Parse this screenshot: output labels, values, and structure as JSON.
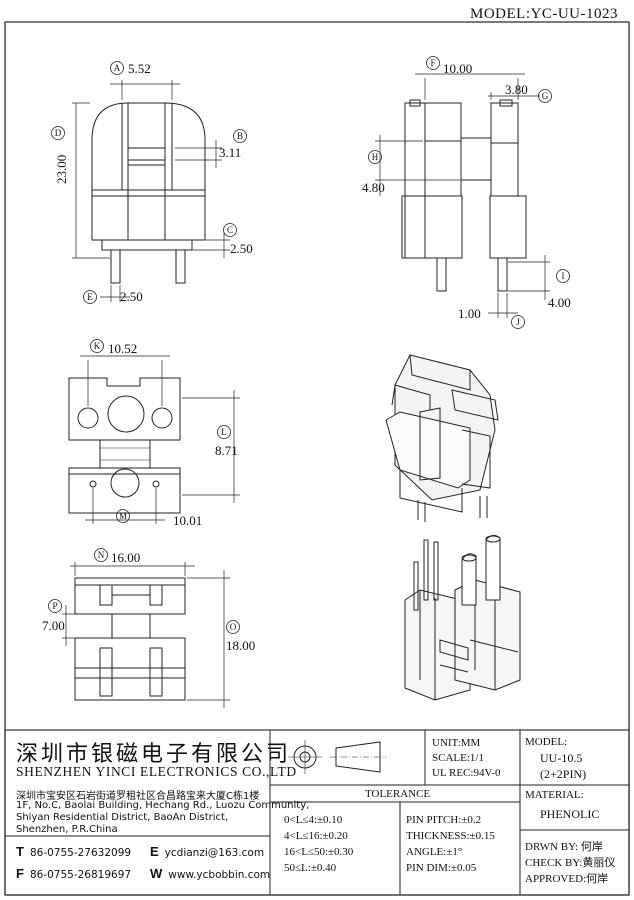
{
  "header": {
    "model_label": "MODEL:YC-UU-1023"
  },
  "dims": {
    "A": "A",
    "A_val": "5.52",
    "B": "B",
    "B_val": "3.11",
    "C": "C",
    "C_val": "2.50",
    "D": "D",
    "D_val": "23.00",
    "E": "E",
    "E_val": "2.50",
    "F": "F",
    "F_val": "10.00",
    "G": "G",
    "G_val": "3.80",
    "H": "H",
    "H_val": "4.80",
    "I": "I",
    "I_val": "4.00",
    "J": "J",
    "J_val": "1.00",
    "K": "K",
    "K_val": "10.52",
    "L": "L",
    "L_val": "8.71",
    "M": "M",
    "M_val": "10.01",
    "N": "N",
    "N_val": "16.00",
    "O": "O",
    "O_val": "18.00",
    "P": "P",
    "P_val": "7.00"
  },
  "company": {
    "name_cn": "深圳市银磁电子有限公司",
    "name_en": "SHENZHEN YINCI ELECTRONICS CO.,LTD",
    "addr_cn": "深圳市宝安区石岩街道罗租社区合昌路宝来大厦C栋1楼",
    "addr_en1": "1F, No.C, Baolai Building, Hechang Rd., Luozu Community,",
    "addr_en2": "Shiyan Residential District, BaoAn District,",
    "addr_en3": "Shenzhen, P.R.China",
    "t_letter": "T",
    "tel": "86-0755-27632099",
    "f_letter": "F",
    "fax": "86-0755-26819697",
    "e_letter": "E",
    "email": "ycdianzi@163.com",
    "w_letter": "W",
    "web": "www.ycbobbin.com"
  },
  "spec": {
    "unit": "UNIT:MM",
    "scale": "SCALE:1/1",
    "ul_rec": "UL REC:94V-0",
    "model_label": "MODEL:",
    "model_val": "UU-10.5",
    "pins": "(2+2PIN)",
    "tolerance_label": "TOLERANCE",
    "tol": [
      "0<L≤4:±0.10",
      "4<L≤16:±0.20",
      "16<L≤50:±0.30",
      "50≤L:±0.40"
    ],
    "pin": [
      "PIN PITCH:±0.2",
      "THICKNESS:±0.15",
      "ANGLE:±1°",
      "PIN DIM:±0.05"
    ],
    "material_label": "MATERIAL:",
    "material_val": "PHENOLIC",
    "drwn": "DRWN BY: 何岸",
    "check": "CHECK BY:黄丽仪",
    "approved": "APPROVED:何岸"
  }
}
